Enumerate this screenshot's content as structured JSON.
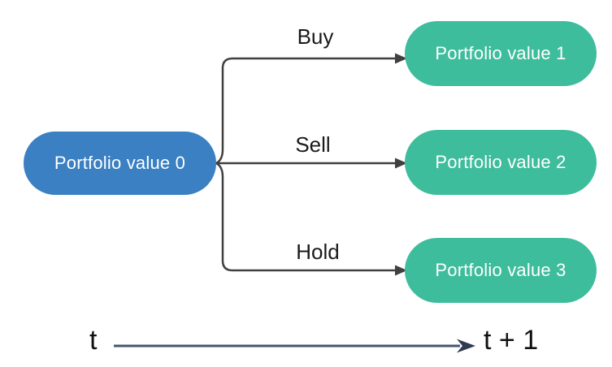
{
  "diagram": {
    "root_node": {
      "label": "Portfolio value 0"
    },
    "actions": [
      {
        "label": "Buy"
      },
      {
        "label": "Sell"
      },
      {
        "label": "Hold"
      }
    ],
    "outcome_nodes": [
      {
        "label": "Portfolio value 1"
      },
      {
        "label": "Portfolio value 2"
      },
      {
        "label": "Portfolio value 3"
      }
    ],
    "timeline": {
      "start_label": "t",
      "end_label": "t + 1"
    },
    "colors": {
      "root_fill": "#3a80c2",
      "outcome_fill": "#3dbd9c",
      "node_text": "#ffffff",
      "edge_stroke": "#404040",
      "edge_label_text": "#1a1a1a",
      "timeline_stroke": "#44546e",
      "timeline_arrowhead": "#2f3b50",
      "timeline_text": "#111111"
    }
  }
}
